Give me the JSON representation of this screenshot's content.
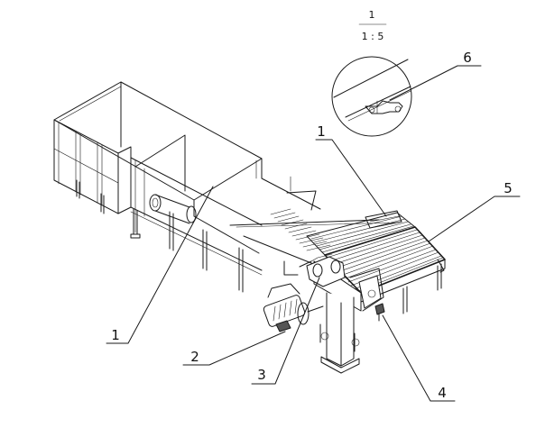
{
  "scale_note": {
    "numerator": "1",
    "denominator": "1 : 5"
  },
  "callouts": [
    {
      "id": "callout-1-upper",
      "label": "1"
    },
    {
      "id": "callout-1-lower",
      "label": "1"
    },
    {
      "id": "callout-2",
      "label": "2"
    },
    {
      "id": "callout-3",
      "label": "3"
    },
    {
      "id": "callout-4",
      "label": "4"
    },
    {
      "id": "callout-5",
      "label": "5"
    },
    {
      "id": "callout-6",
      "label": "6"
    }
  ],
  "colors": {
    "line": "#1a1a1a",
    "background": "#ffffff"
  }
}
